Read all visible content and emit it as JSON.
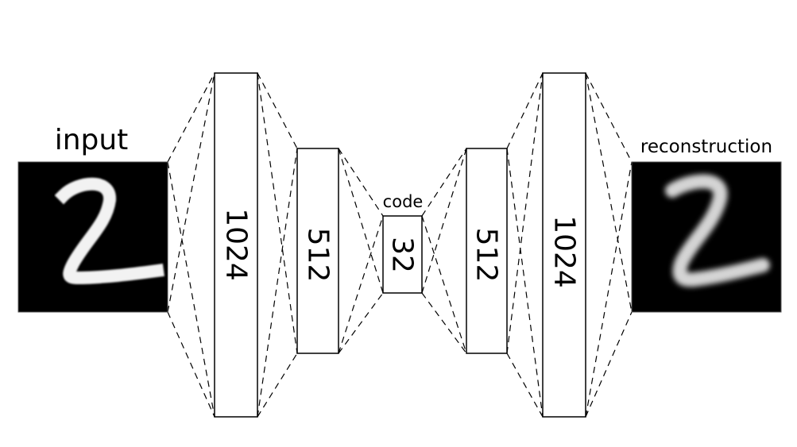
{
  "labels": {
    "input": "input",
    "reconstruction": "reconstruction",
    "code": "code"
  },
  "layers": [
    {
      "id": "enc1",
      "units": "1024"
    },
    {
      "id": "enc2",
      "units": "512"
    },
    {
      "id": "code",
      "units": "32"
    },
    {
      "id": "dec2",
      "units": "512"
    },
    {
      "id": "dec1",
      "units": "1024"
    }
  ],
  "colors": {
    "image_background": "#000000",
    "stroke": "#000000",
    "digit_input": "#f2f2f2",
    "digit_reconstruction": "#d4d4d4"
  }
}
